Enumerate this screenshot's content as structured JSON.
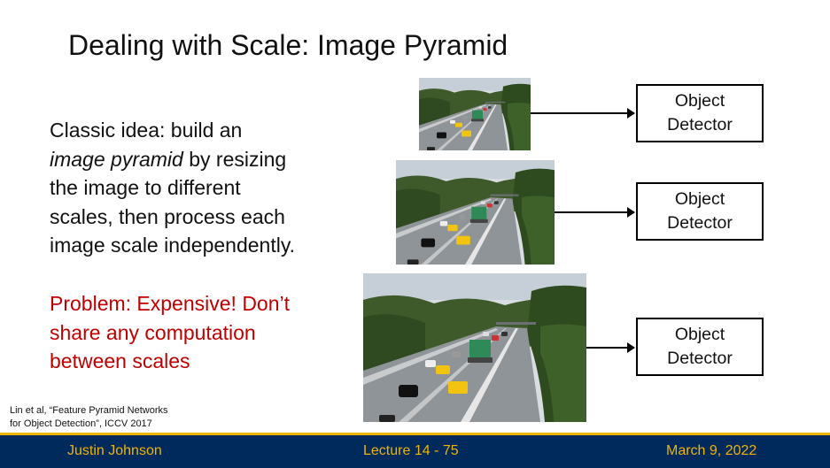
{
  "slide": {
    "title": "Dealing with Scale: Image Pyramid",
    "body": {
      "line1": "Classic idea: build an",
      "line2_italic": "image pyramid",
      "line2_rest": " by resizing",
      "line3": "the image to different",
      "line4": "scales, then process each",
      "line5": "image scale independently."
    },
    "problem": {
      "line1": "Problem: Expensive! Don’t",
      "line2": "share any computation",
      "line3": "between scales"
    },
    "citation": {
      "line1": "Lin et al, “Feature Pyramid Networks",
      "line2": "for Object Detection”, ICCV 2017"
    },
    "detectors": [
      {
        "line1": "Object",
        "line2": "Detector"
      },
      {
        "line1": "Object",
        "line2": "Detector"
      },
      {
        "line1": "Object",
        "line2": "Detector"
      }
    ]
  },
  "footer": {
    "author": "Justin Johnson",
    "lecture": "Lecture 14 -  75",
    "date": "March 9, 2022"
  },
  "colors": {
    "problem_text": "#c00000",
    "footer_bg": "#002a5c",
    "footer_text": "#f0b400"
  }
}
